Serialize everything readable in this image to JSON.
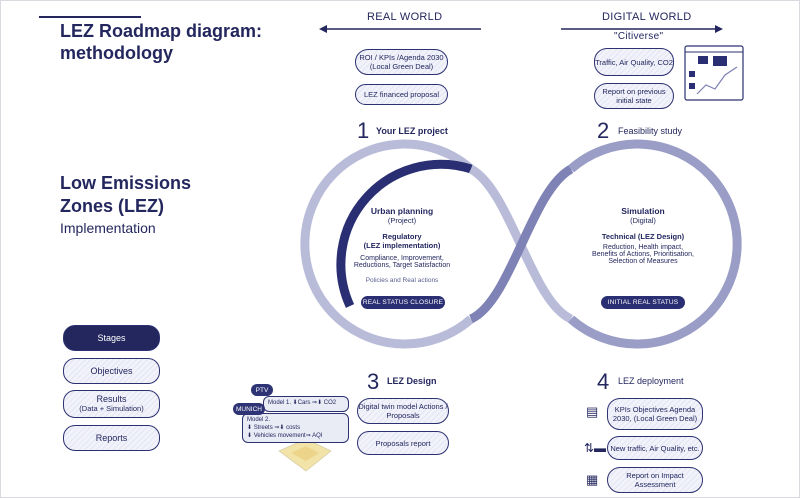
{
  "header": {
    "title_line1": "LEZ Roadmap diagram:",
    "title_line2": "methodology"
  },
  "side": {
    "title_line1": "Low Emissions",
    "title_line2": "Zones (LEZ)",
    "subtitle": "Implementation"
  },
  "arrows": {
    "real_world": "REAL WORLD",
    "digital_world": "DIGITAL WORLD",
    "citiverse": "\"Citiverse\""
  },
  "steps": {
    "s1": {
      "num": "1",
      "label": "Your LEZ project"
    },
    "s2": {
      "num": "2",
      "label": "Feasibility study"
    },
    "s3": {
      "num": "3",
      "label": "LEZ Design"
    },
    "s4": {
      "num": "4",
      "label": "LEZ deployment"
    }
  },
  "pills": {
    "roi": "ROI / KPIs /Agenda 2030 (Local Green Deal)",
    "financed": "LEZ financed proposal",
    "traffic": "Traffic, Air Quality, CO2",
    "report_prev": "Report on previous initial state",
    "digital_twin": "Digital twin model Actions / Proposals",
    "proposals_report": "Proposals report",
    "kpis": "KPIs Objectives Agenda 2030, (Local Green Deal)",
    "new_traffic": "New traffic, Air Quality, etc.",
    "impact_report": "Report on Impact Assessment"
  },
  "loop_left": {
    "heading": "Urban planning",
    "heading_sub": "(Project)",
    "reg1": "Regulatory",
    "reg2": "(LEZ implementation)",
    "body1": "Compliance, Improvement,",
    "body2": "Reductions, Target Satisfaction",
    "policies": "Policies and Real actions",
    "status": "REAL STATUS CLOSURE"
  },
  "loop_right": {
    "heading": "Simulation",
    "heading_sub": "(Digital)",
    "tech": "Technical (LEZ Design)",
    "body1": "Reduction, Health impact,",
    "body2": "Benefits of Actions, Prioritisation,",
    "body3": "Selection of Measures",
    "status": "INITIAL REAL STATUS"
  },
  "legend": {
    "stages": "Stages",
    "objectives": "Objectives",
    "results1": "Results",
    "results2": "(Data + Simulation)",
    "reports": "Reports"
  },
  "models": {
    "ptv": "PTV",
    "munich": "MUNICH",
    "m1": "Model 1. ⬇Cars ⇒⬇ CO2",
    "m2a": "Model 2.",
    "m2b": "⬇ Streets ⇒⬇ costs",
    "m2c": "⬇ Vehicles movement⇒ AQI"
  },
  "colors": {
    "navy": "#23275e",
    "loop_light": "#b9bcd9",
    "loop_mid": "#7e82b4"
  }
}
